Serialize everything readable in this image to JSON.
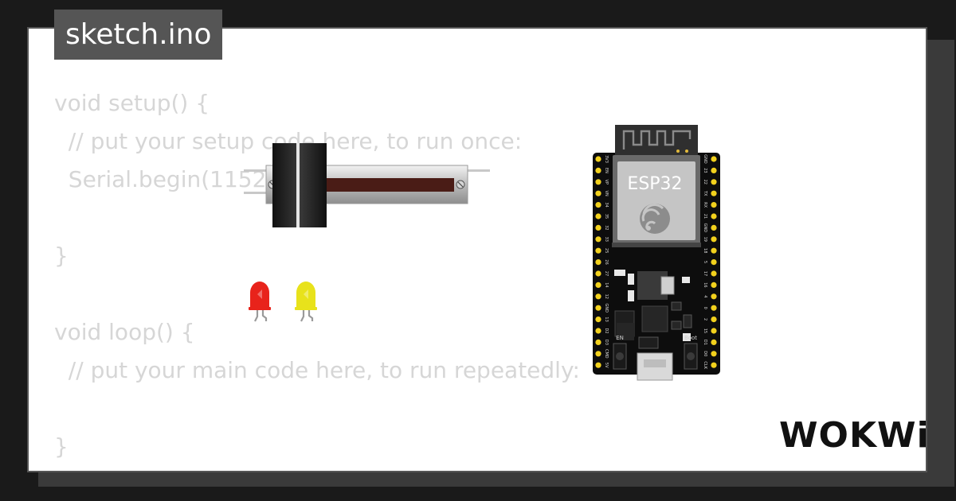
{
  "tab": {
    "title": "sketch.ino"
  },
  "code": {
    "lines": [
      "void setup() {",
      "  // put your setup code here, to run once:",
      "  Serial.begin(115200);",
      "",
      "}",
      "",
      "void loop() {",
      "  // put your main code here, to run repeatedly:",
      "",
      "}"
    ]
  },
  "board": {
    "chip_label": "ESP32",
    "en_label": "EN",
    "boot_label": "Boot",
    "left_pins": [
      "3V3",
      "EN",
      "VP",
      "VN",
      "34",
      "35",
      "32",
      "33",
      "25",
      "26",
      "27",
      "14",
      "12",
      "GND",
      "13",
      "D2",
      "D3",
      "CMD",
      "5V"
    ],
    "right_pins": [
      "GND",
      "23",
      "22",
      "TX",
      "RX",
      "21",
      "GND",
      "19",
      "18",
      "5",
      "17",
      "16",
      "4",
      "0",
      "2",
      "15",
      "D1",
      "D0",
      "CLK"
    ]
  },
  "leds": [
    {
      "color": "#e8231b"
    },
    {
      "color": "#e8e21b"
    }
  ],
  "logo": {
    "text": "WOKWi"
  }
}
